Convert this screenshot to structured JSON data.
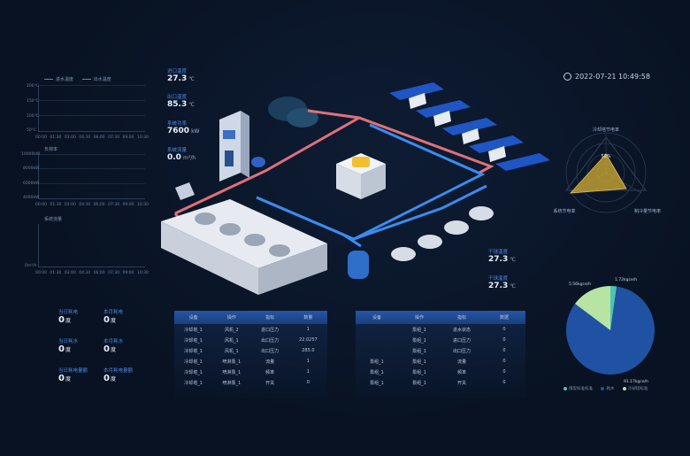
{
  "line_charts": [
    {
      "legend": [
        "进水温度",
        "出水温度"
      ],
      "y_labels": [
        "200℃",
        "150℃",
        "100℃",
        "50℃"
      ],
      "x_labels": [
        "00:00",
        "01:30",
        "03:00",
        "04:30",
        "06:00",
        "07:30",
        "09:00",
        "10:30"
      ]
    },
    {
      "title": "负荷率",
      "y_labels": [
        "10000kW",
        "8000kW",
        "6000kW",
        "4000kW"
      ],
      "x_labels": [
        "00:00",
        "01:30",
        "03:00",
        "04:30",
        "06:00",
        "07:30",
        "09:00",
        "10:30"
      ]
    },
    {
      "title": "系统流量",
      "y_labels": [
        "0m³/h"
      ],
      "x_labels": [
        "00:00",
        "01:30",
        "03:00",
        "04:30",
        "06:00",
        "07:30",
        "09:00",
        "10:30"
      ]
    }
  ],
  "kpis": [
    {
      "label": "当日耗电",
      "value": "0",
      "unit": "度"
    },
    {
      "label": "本月耗电",
      "value": "0",
      "unit": "度"
    },
    {
      "label": "当日耗水",
      "value": "0",
      "unit": "度"
    },
    {
      "label": "本月耗水",
      "value": "0",
      "unit": "度"
    },
    {
      "label": "当日耗电量额",
      "value": "0",
      "unit": "度"
    },
    {
      "label": "本月耗电量额",
      "value": "0",
      "unit": "度"
    }
  ],
  "metrics": [
    {
      "label": "进口温度",
      "value": "27.3",
      "unit": "℃"
    },
    {
      "label": "出口温度",
      "value": "85.3",
      "unit": "℃"
    },
    {
      "label": "系统功率",
      "value": "7600",
      "unit": "kW"
    },
    {
      "label": "系统流量",
      "value": "0.0",
      "unit": "m³/h"
    }
  ],
  "right_metrics": [
    {
      "label": "干球温度",
      "value": "27.3",
      "unit": "℃"
    },
    {
      "label": "干球温度",
      "value": "27.3",
      "unit": "℃"
    }
  ],
  "datetime": "2022-07-21 10:49:58",
  "radar": {
    "labels": [
      "冷却塔节电率",
      "系统节电率",
      "制冷量节电率"
    ],
    "center_value": "52%"
  },
  "pie": {
    "labels": [
      "5.56kgce/h",
      "1.72kgce/h",
      "91.17kgce/h"
    ],
    "legend": [
      "煤炭标准标准",
      "耗水",
      "冷却塔标准"
    ],
    "colors": [
      "#b7e3a3",
      "#4fc3b0",
      "#1f52a3"
    ]
  },
  "table_left": {
    "headers": [
      "设备",
      "操作",
      "指标",
      "数量"
    ],
    "rows": [
      [
        "冷却塔_1",
        "风机_2",
        "进口压力",
        "1"
      ],
      [
        "冷却塔_1",
        "风机_1",
        "出口压力",
        "22.0257"
      ],
      [
        "冷却塔_1",
        "风机_1",
        "出口压力",
        "285.0"
      ],
      [
        "冷却塔_1",
        "喷淋泵_1",
        "流量",
        "1"
      ],
      [
        "冷却塔_1",
        "喷淋泵_1",
        "频率",
        "1"
      ],
      [
        "冷却塔_1",
        "喷淋泵_1",
        "开关",
        "0"
      ]
    ]
  },
  "table_right": {
    "headers": [
      "设备",
      "操作",
      "指标",
      "数据"
    ],
    "rows": [
      [
        "",
        "泵组_1",
        "进水状态",
        "0"
      ],
      [
        "",
        "泵组_1",
        "进口压力",
        "0"
      ],
      [
        "",
        "泵组_1",
        "出口压力",
        "0"
      ],
      [
        "泵组_1",
        "泵组_1",
        "流量",
        "0"
      ],
      [
        "泵组_1",
        "泵组_1",
        "频率",
        "0"
      ],
      [
        "泵组_1",
        "泵组_1",
        "开关",
        "0"
      ]
    ]
  },
  "colors": {
    "background": "#081222",
    "accent": "#4a8be8",
    "hot_pipe": "#e0707a",
    "cold_pipe": "#3a8cf0",
    "table_header": "#2456a6",
    "radar_fill": "#c9a534"
  }
}
